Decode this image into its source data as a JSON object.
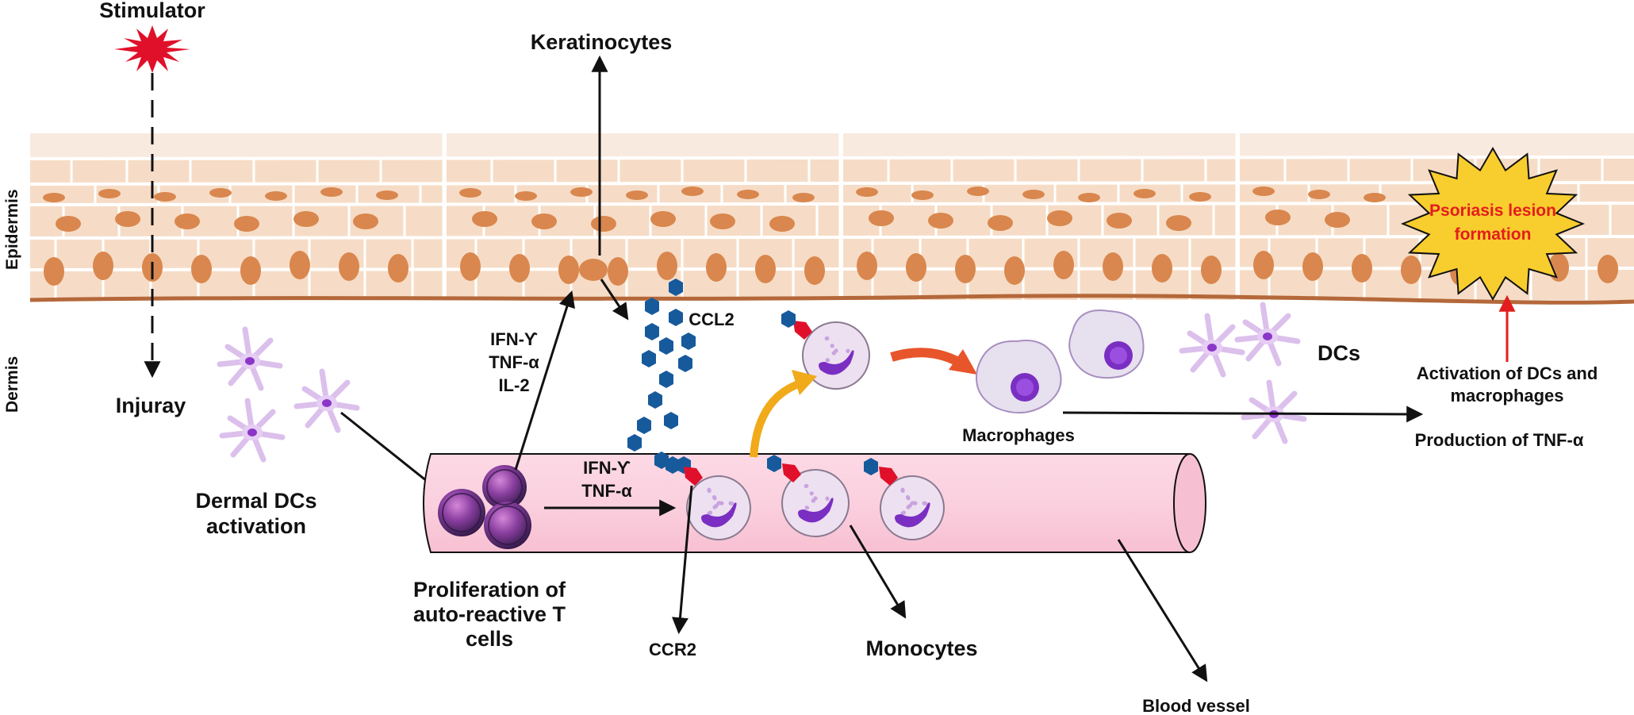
{
  "labels": {
    "stimulator": "Stimulator",
    "keratinocytes": "Keratinocytes",
    "epidermis": "Epidermis",
    "dermis": "Dermis",
    "injury": "Injuray",
    "dermal_dcs_line1": "Dermal DCs",
    "dermal_dcs_line2": "activation",
    "proliferation_line1": "Proliferation of",
    "proliferation_line2": "auto-reactive T",
    "proliferation_line3": "cells",
    "cytokines_up_1": "IFN-ϒ",
    "cytokines_up_2": "TNF-α",
    "cytokines_up_3": "IL-2",
    "cytokines_right_1": "IFN-ϒ",
    "cytokines_right_2": "TNF-α",
    "ccl2": "CCL2",
    "ccr2": "CCR2",
    "monocytes": "Monocytes",
    "macrophages": "Macrophages",
    "dcs": "DCs",
    "activation_line1": "Activation of DCs and",
    "activation_line2": "macrophages",
    "production": "Production of TNF-α",
    "blood_vessel": "Blood vessel",
    "psoriasis_line1": "Psoriasis lesion",
    "psoriasis_line2": "formation"
  },
  "colors": {
    "stimulator": "#e0102a",
    "epidermis_fill": "#f5d8c0",
    "nucleus": "#d9874e",
    "basement": "#b4683a",
    "vessel": "#fbd3e0",
    "chemokine": "#175a9c",
    "receptor": "#e0102a",
    "dc_cell": "#d9b8ea",
    "dc_nucleus": "#8a36c9",
    "monocyte": "#ede0f0",
    "monocyte_nucleus": "#7a2fc2",
    "macrophage": "#e7e0ef",
    "orange_arrow": "#e8552a",
    "yellow_arrow": "#f0aa1a",
    "burst_fill": "#f8cd2e",
    "burst_text": "#e31d1d",
    "activation_arrow": "#e31d1d"
  }
}
